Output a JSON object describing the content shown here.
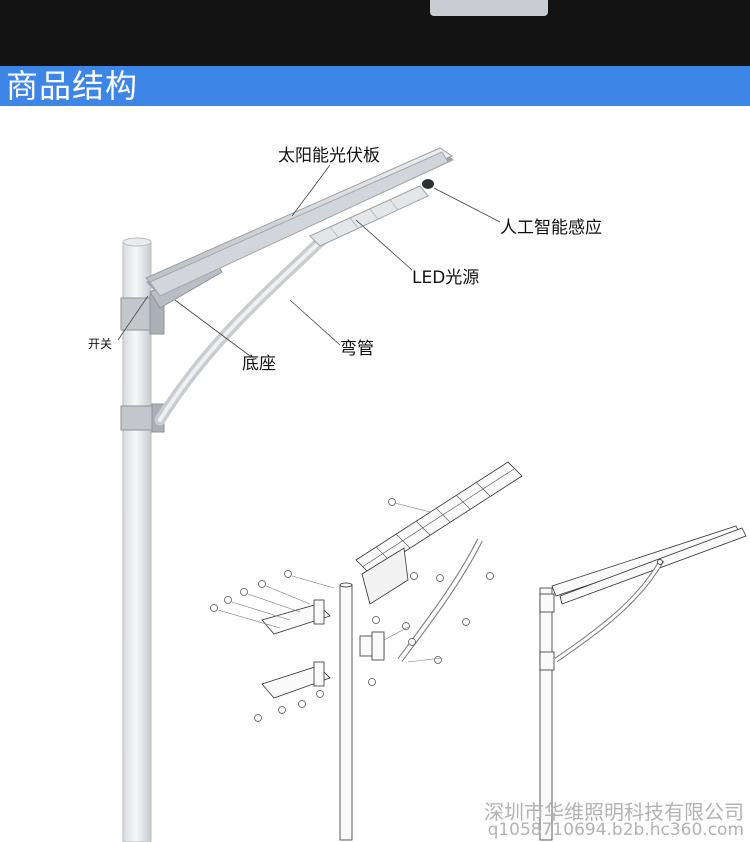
{
  "section_title": "商品结构",
  "labels": {
    "solar_panel": "太阳能光伏板",
    "smart_sensor": "人工智能感应",
    "led_source": "LED光源",
    "switch": "开关",
    "base": "底座",
    "bent_pipe": "弯管"
  },
  "watermark": {
    "company": "深圳市华维照明科技有限公司",
    "site": "q1058710694.b2b.hc360.com"
  }
}
